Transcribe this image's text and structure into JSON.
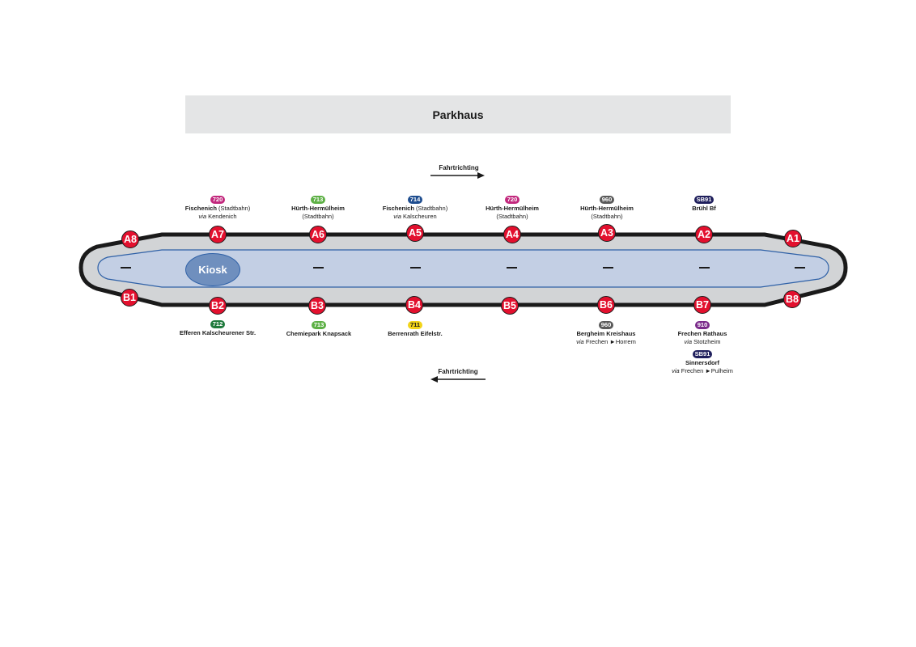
{
  "parkhaus": "Parkhaus",
  "direction_top": "Fahrtrichting",
  "direction_bottom": "Fahrtrichting",
  "kiosk": "Kiosk",
  "colors": {
    "stop": "#e3102e",
    "kiosk": "#6f8fbe",
    "platform": "#d2d4d6",
    "inner": "#c0cde3",
    "outline": "#1a1a1a"
  },
  "stops_top": [
    "A8",
    "A7",
    "A6",
    "A5",
    "A4",
    "A3",
    "A2",
    "A1"
  ],
  "stops_bottom": [
    "B1",
    "B2",
    "B3",
    "B4",
    "B5",
    "B6",
    "B7",
    "B8"
  ],
  "top_info": {
    "a7": {
      "badge": "720",
      "badge_color": "#c2287d",
      "dest": "Fischenich",
      "sub": "(Stadtbahn)",
      "via": "via",
      "via_place": "Kendenich"
    },
    "a6": {
      "badge": "713",
      "badge_color": "#5db045",
      "dest": "Hürth-Hermülheim",
      "sub": "(Stadtbahn)"
    },
    "a5": {
      "badge": "714",
      "badge_color": "#1e4d8f",
      "dest": "Fischenich",
      "sub": "(Stadtbahn)",
      "via": "via",
      "via_place": "Kalscheuren"
    },
    "a4": {
      "badge": "720",
      "badge_color": "#c2287d",
      "dest": "Hürth-Hermülheim",
      "sub": "(Stadtbahn)"
    },
    "a3": {
      "badge": "960",
      "badge_color": "#5a5a5a",
      "dest": "Hürth-Hermülheim",
      "sub": "(Stadtbahn)"
    },
    "a2": {
      "badge": "SB91",
      "badge_color": "#1f1f5c",
      "dest": "Brühl Bf"
    }
  },
  "bottom_info": {
    "b2": {
      "badge": "712",
      "badge_color": "#1f7a3c",
      "dest": "Efferen Kalscheurener Str."
    },
    "b3": {
      "badge": "713",
      "badge_color": "#5db045",
      "dest": "Chemiepark Knapsack"
    },
    "b4": {
      "badge": "711",
      "badge_color": "#f2d41a",
      "dest": "Berrenrath Eifelstr."
    },
    "b6": {
      "badge": "960",
      "badge_color": "#5a5a5a",
      "dest": "Bergheim Kreishaus",
      "via": "via",
      "via_place": "Frechen ►Horrem"
    },
    "b7": [
      {
        "badge": "910",
        "badge_color": "#7a2a8a",
        "dest": "Frechen Rathaus",
        "via": "via",
        "via_place": "Stotzheim"
      },
      {
        "badge": "SB91",
        "badge_color": "#1f1f5c",
        "dest": "Sinnersdorf",
        "via": "via",
        "via_place": "Frechen ►Pulheim"
      }
    ]
  }
}
